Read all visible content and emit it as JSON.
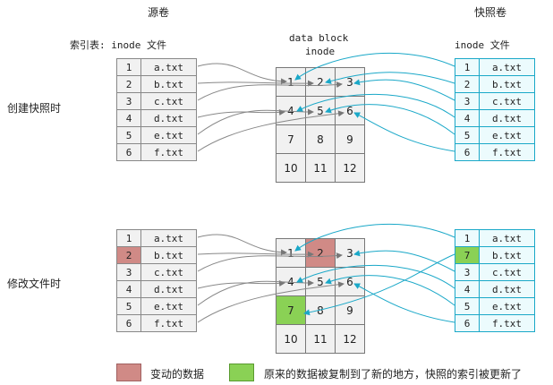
{
  "header": {
    "source_volume": "源卷",
    "snapshot_volume": "快照卷",
    "index_label": "索引表: inode  文件",
    "snapshot_index_label": "inode  文件",
    "data_block": "data block",
    "inode": "inode"
  },
  "sections": {
    "create_snapshot": "创建快照时",
    "modify_file": "修改文件时"
  },
  "tables": {
    "top_source": [
      {
        "inode": "1",
        "file": "a.txt"
      },
      {
        "inode": "2",
        "file": "b.txt"
      },
      {
        "inode": "3",
        "file": "c.txt"
      },
      {
        "inode": "4",
        "file": "d.txt"
      },
      {
        "inode": "5",
        "file": "e.txt"
      },
      {
        "inode": "6",
        "file": "f.txt"
      }
    ],
    "top_snapshot": [
      {
        "inode": "1",
        "file": "a.txt"
      },
      {
        "inode": "2",
        "file": "b.txt"
      },
      {
        "inode": "3",
        "file": "c.txt"
      },
      {
        "inode": "4",
        "file": "d.txt"
      },
      {
        "inode": "5",
        "file": "e.txt"
      },
      {
        "inode": "6",
        "file": "f.txt"
      }
    ],
    "bottom_source": [
      {
        "inode": "1",
        "file": "a.txt"
      },
      {
        "inode": "2",
        "file": "b.txt"
      },
      {
        "inode": "3",
        "file": "c.txt"
      },
      {
        "inode": "4",
        "file": "d.txt"
      },
      {
        "inode": "5",
        "file": "e.txt"
      },
      {
        "inode": "6",
        "file": "f.txt"
      }
    ],
    "bottom_snapshot": [
      {
        "inode": "1",
        "file": "a.txt"
      },
      {
        "inode": "7",
        "file": "b.txt"
      },
      {
        "inode": "3",
        "file": "c.txt"
      },
      {
        "inode": "4",
        "file": "d.txt"
      },
      {
        "inode": "5",
        "file": "e.txt"
      },
      {
        "inode": "6",
        "file": "f.txt"
      }
    ]
  },
  "blocks": {
    "top": [
      "1",
      "2",
      "3",
      "4",
      "5",
      "6",
      "7",
      "8",
      "9",
      "10",
      "11",
      "12"
    ],
    "bottom": [
      "1",
      "2",
      "3",
      "4",
      "5",
      "6",
      "7",
      "8",
      "9",
      "10",
      "11",
      "12"
    ]
  },
  "legend": {
    "changed": "变动的数据",
    "moved": "原来的数据被复制到了新的地方，快照的索引被更新了"
  },
  "colors": {
    "changed": "#d08a86",
    "moved": "#8ad155",
    "snapshot_border": "#1aa8c8",
    "source_arrow": "#777777"
  }
}
